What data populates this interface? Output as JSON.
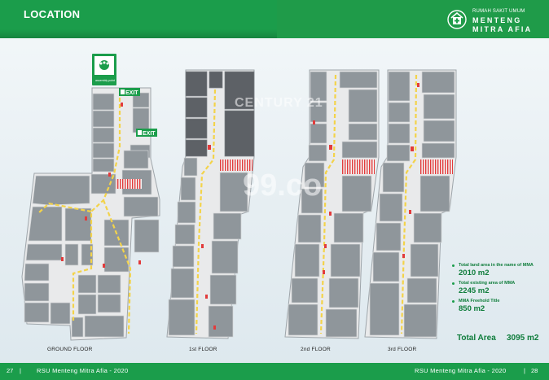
{
  "header": {
    "title": "LOCATION",
    "brand_small": "RUMAH SAKIT UMUM",
    "brand_line1": "MENTENG",
    "brand_line2": "MITRA AFIA"
  },
  "signs": {
    "exit": "EXIT",
    "assembly_point": "assembly point"
  },
  "floors": [
    {
      "label": "GROUND FLOOR"
    },
    {
      "label": "1st FLOOR"
    },
    {
      "label": "2nd FLOOR"
    },
    {
      "label": "3rd FLOOR"
    }
  ],
  "info": {
    "items": [
      {
        "label": "Total land area in the name of MMA",
        "value": "2010 m2"
      },
      {
        "label": "Total existing area of MMA",
        "value": "2245 m2"
      },
      {
        "label": "MMA Freehold Title",
        "value": "850 m2"
      }
    ],
    "total_label": "Total Area",
    "total_value": "3095 m2"
  },
  "watermarks": {
    "century": "CENTURY 21",
    "site": "99.co"
  },
  "footer": {
    "left_page": "27",
    "left_sep": "|",
    "left_text": "RSU Menteng Mitra Afia - 2020",
    "right_text": "RSU Menteng Mitra Afia - 2020",
    "right_sep": "|",
    "right_page": "28"
  },
  "colors": {
    "brand_green": "#1b9d4b",
    "dark_green": "#0f7d3b",
    "room_gray": "#8f969b",
    "dark_room": "#5d6166",
    "corridor": "#e9eaeb",
    "path_yellow": "#f3d34a",
    "stair_red": "#e23b3b"
  }
}
